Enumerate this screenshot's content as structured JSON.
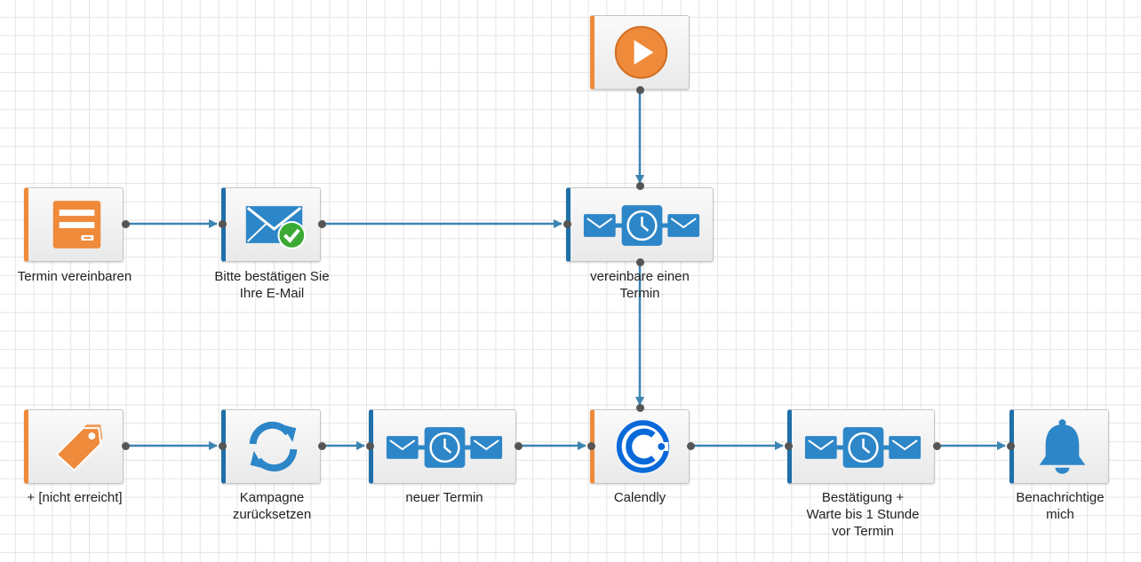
{
  "colors": {
    "orange": "#ee8a3a",
    "blue": "#1f6fa8",
    "icon_blue": "#2d86c8",
    "wire": "#3d84b1"
  },
  "nodes": [
    {
      "id": "start",
      "icon": "play-icon",
      "label": ""
    },
    {
      "id": "form",
      "icon": "form-icon",
      "label": "Termin vereinbaren"
    },
    {
      "id": "confirm",
      "icon": "email-check-icon",
      "label": "Bitte bestätigen Sie\nIhre E-Mail"
    },
    {
      "id": "seq1",
      "icon": "email-sequence-icon",
      "label": "vereinbare einen\nTermin"
    },
    {
      "id": "tag",
      "icon": "tag-icon",
      "label": "+ [nicht erreicht]"
    },
    {
      "id": "reset",
      "icon": "refresh-icon",
      "label": "Kampagne\nzurücksetzen"
    },
    {
      "id": "seq2",
      "icon": "email-sequence-icon",
      "label": "neuer Termin"
    },
    {
      "id": "calendly",
      "icon": "calendly-icon",
      "label": "Calendly"
    },
    {
      "id": "seq3",
      "icon": "email-sequence-icon",
      "label": "Bestätigung +\nWarte bis 1 Stunde\nvor Termin"
    },
    {
      "id": "notify",
      "icon": "bell-icon",
      "label": "Benachrichtige\nmich"
    }
  ],
  "connections": [
    [
      "start",
      "seq1"
    ],
    [
      "form",
      "confirm"
    ],
    [
      "confirm",
      "seq1"
    ],
    [
      "seq1",
      "calendly"
    ],
    [
      "tag",
      "reset"
    ],
    [
      "reset",
      "seq2"
    ],
    [
      "seq2",
      "calendly"
    ],
    [
      "calendly",
      "seq3"
    ],
    [
      "seq3",
      "notify"
    ]
  ]
}
